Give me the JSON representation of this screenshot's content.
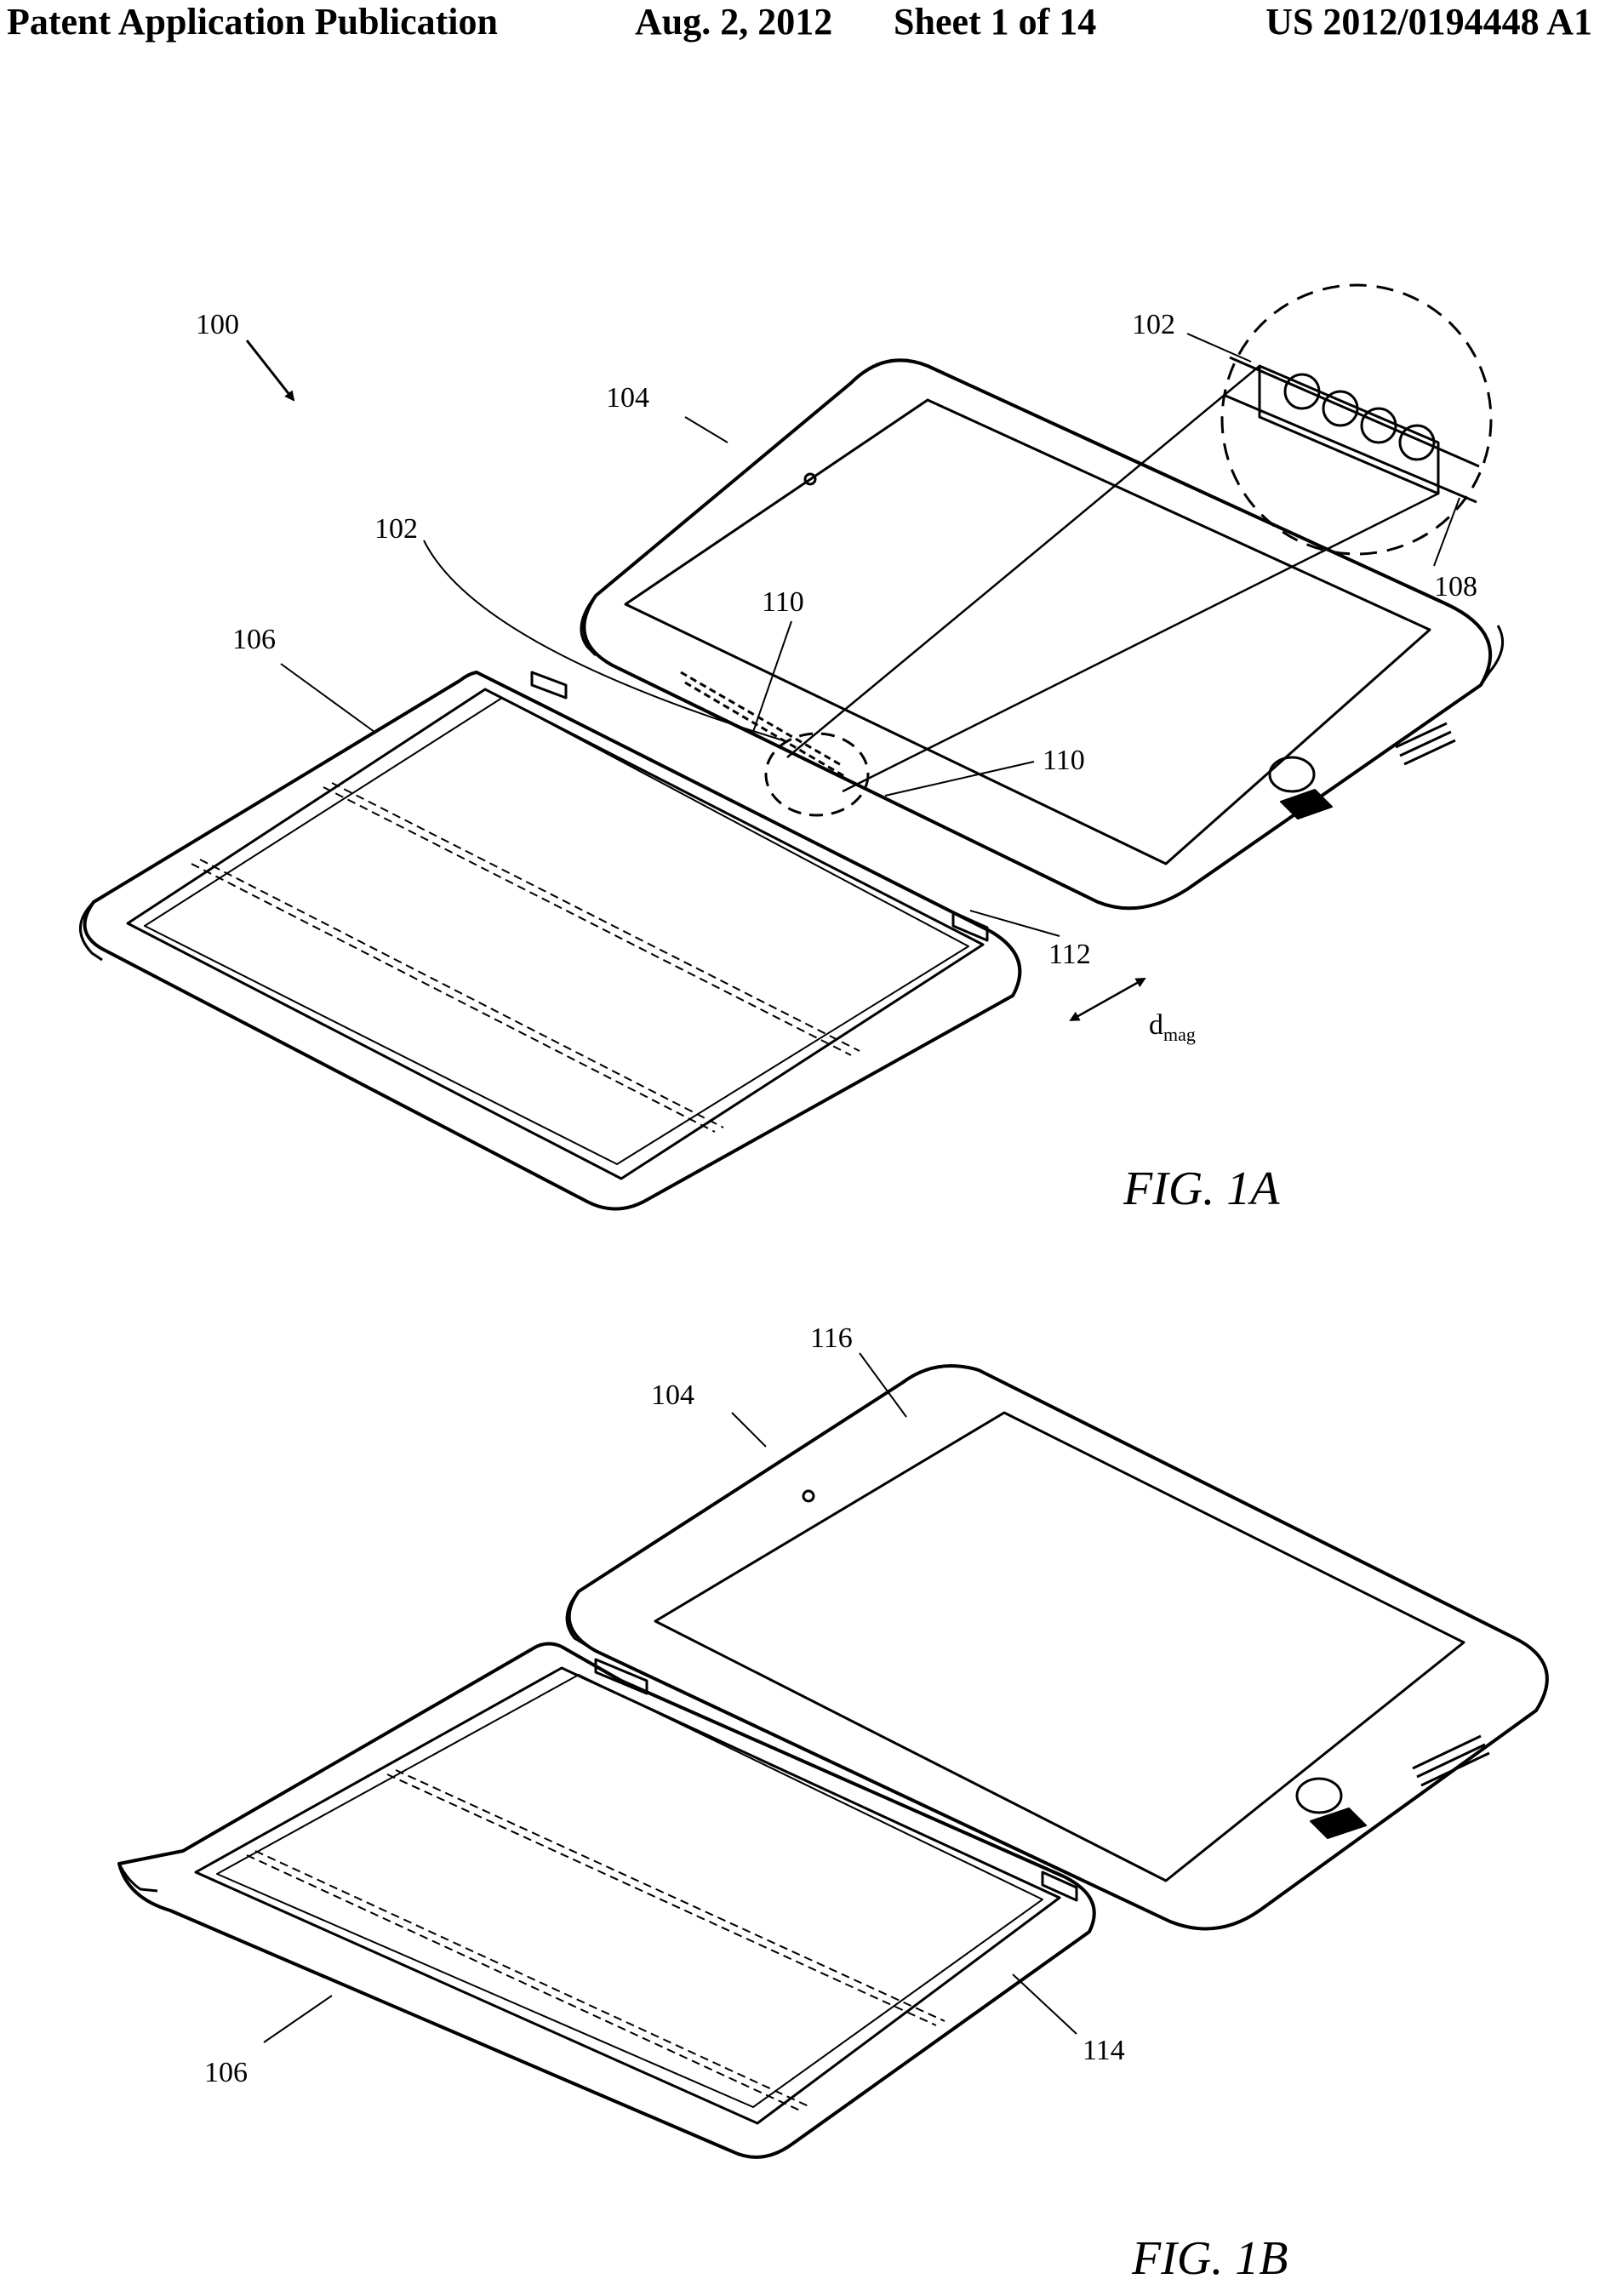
{
  "header": {
    "left": "Patent Application Publication",
    "date": "Aug. 2, 2012",
    "sheet": "Sheet 1 of 14",
    "number": "US 2012/0194448 A1"
  },
  "fig1a": {
    "caption": "FIG. 1A",
    "refs": {
      "r100": "100",
      "r102_detail": "102",
      "r104": "104",
      "r102": "102",
      "r110_top": "110",
      "r106": "106",
      "r108": "108",
      "r110_bottom": "110",
      "r112": "112",
      "dmag_d": "d",
      "dmag_sub": "mag"
    }
  },
  "fig1b": {
    "caption": "FIG. 1B",
    "refs": {
      "r116": "116",
      "r104": "104",
      "r106": "106",
      "r114": "114"
    }
  }
}
